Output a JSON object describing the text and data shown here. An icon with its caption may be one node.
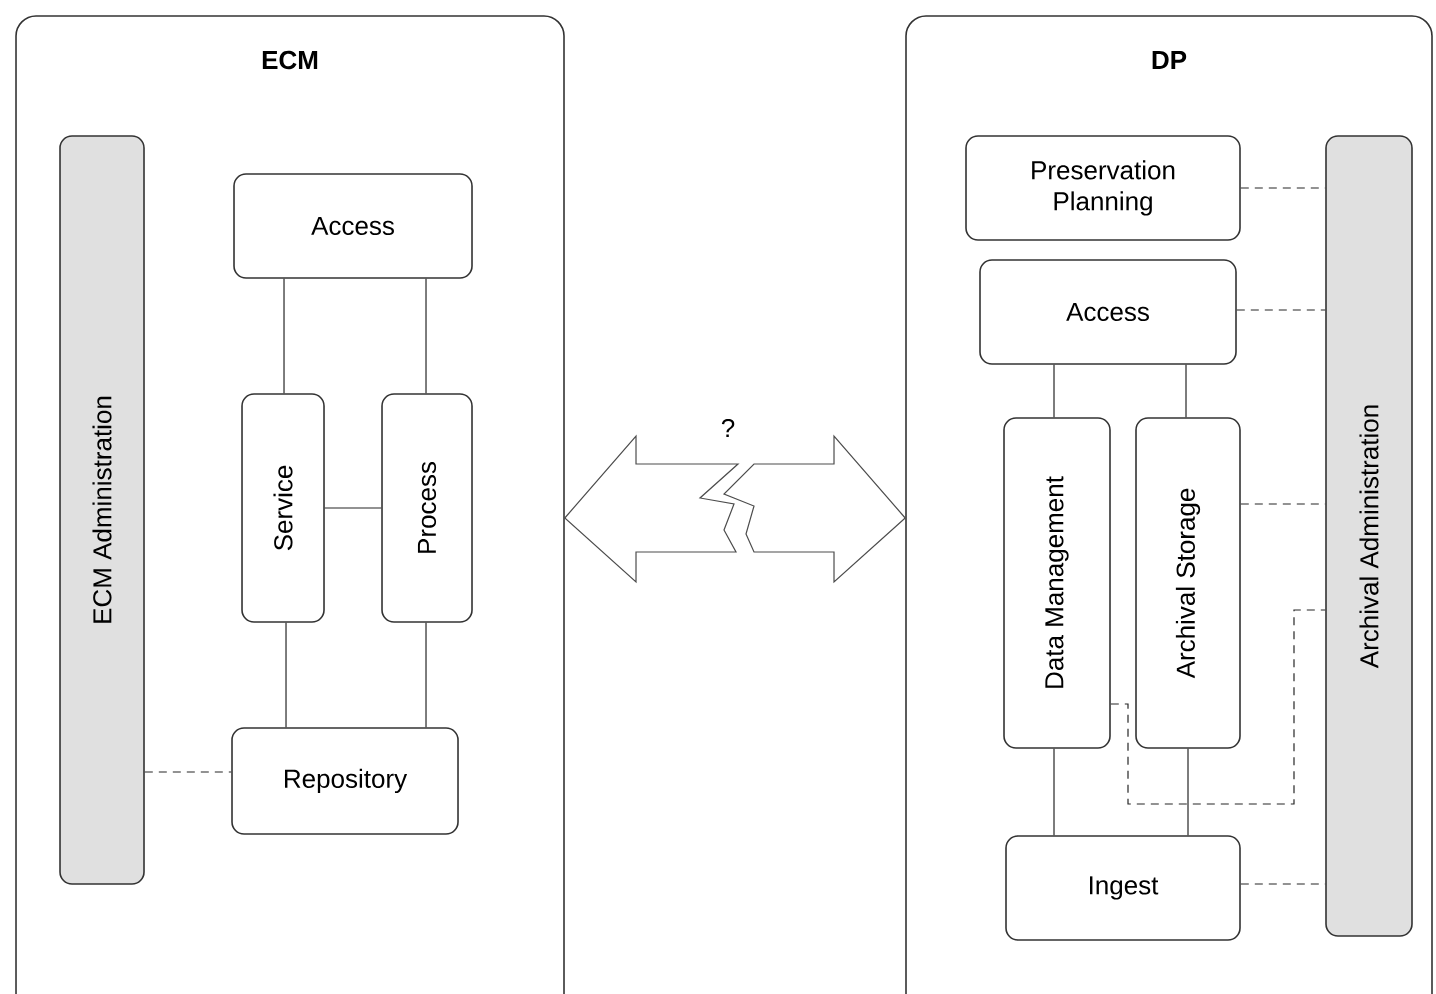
{
  "diagram": {
    "nodes": [
      {
        "text": [
          "ECM"
        ]
      },
      {
        "text": [
          "ECM Administration"
        ],
        "in": 0
      },
      {
        "text": [
          "Access"
        ],
        "in": 0
      },
      {
        "text": [
          "Service"
        ],
        "in": 0
      },
      {
        "text": [
          "Process"
        ],
        "in": 0
      },
      {
        "text": [
          "Repository"
        ],
        "in": 0
      },
      {
        "text": [
          "DP"
        ]
      },
      {
        "text": [
          "Preservation Planning"
        ],
        "in": 6
      },
      {
        "text": [
          "Access"
        ],
        "in": 6
      },
      {
        "text": [
          "Data Management"
        ],
        "in": 6
      },
      {
        "text": [
          "Archival Storage"
        ],
        "in": 6
      },
      {
        "text": [
          "Archival Administration"
        ],
        "in": 6
      },
      {
        "text": [
          "Ingest"
        ],
        "in": 6
      }
    ],
    "edges": [
      {
        "from": 2,
        "to": 3,
        "arrow": "none"
      },
      {
        "from": 2,
        "to": 4,
        "arrow": "none"
      },
      {
        "from": 3,
        "to": 4,
        "arrow": "none"
      },
      {
        "from": 3,
        "to": 5,
        "arrow": "none"
      },
      {
        "from": 4,
        "to": 5,
        "arrow": "none"
      },
      {
        "from": 1,
        "to": 5,
        "arrow": "none",
        "style": "dashed"
      },
      {
        "from": 7,
        "to": 11,
        "arrow": "none",
        "style": "dashed"
      },
      {
        "from": 8,
        "to": 11,
        "arrow": "none",
        "style": "dashed"
      },
      {
        "from": 8,
        "to": 9,
        "arrow": "none"
      },
      {
        "from": 8,
        "to": 10,
        "arrow": "none"
      },
      {
        "from": 10,
        "to": 11,
        "arrow": "none",
        "style": "dashed"
      },
      {
        "from": 9,
        "to": 11,
        "arrow": "none",
        "style": "dashed"
      },
      {
        "from": 9,
        "to": 12,
        "arrow": "none"
      },
      {
        "from": 10,
        "to": 12,
        "arrow": "none"
      },
      {
        "from": 12,
        "to": 11,
        "arrow": "none",
        "style": "dashed"
      },
      {
        "from": 0,
        "to": 6,
        "arrow": "both",
        "label": "?"
      }
    ]
  }
}
